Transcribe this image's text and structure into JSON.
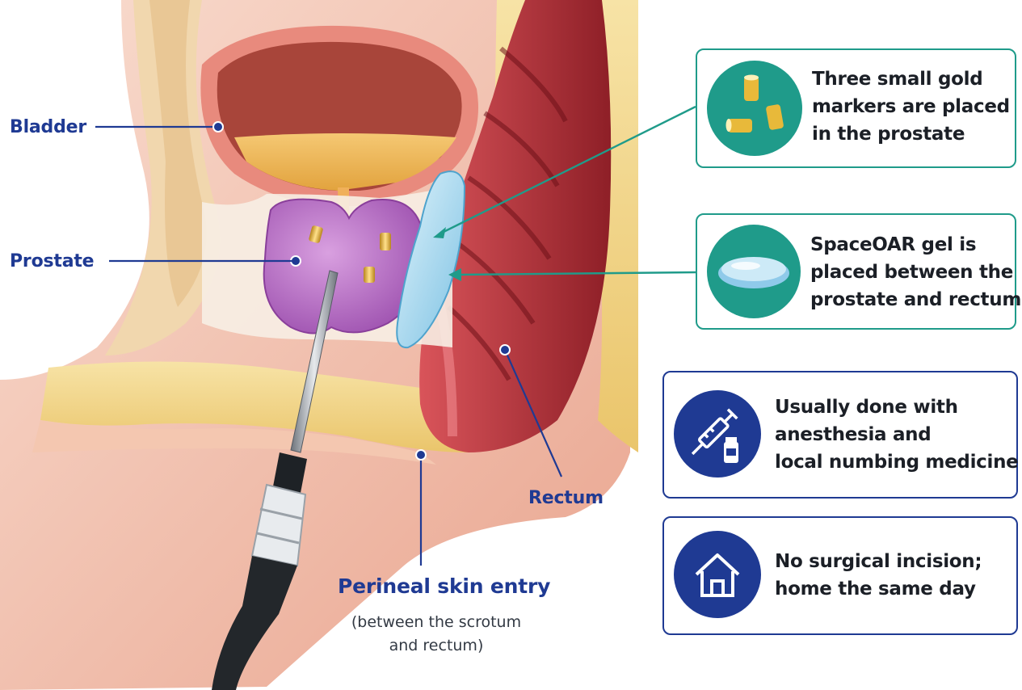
{
  "labels": {
    "bladder": "Bladder",
    "prostate": "Prostate",
    "rectum": "Rectum",
    "perineal_title": "Perineal skin entry",
    "perineal_sub_line1": "(between the scrotum",
    "perineal_sub_line2": "and rectum)"
  },
  "cards": {
    "gold_markers": {
      "lines": [
        "Three small gold",
        "markers are placed",
        "in the prostate"
      ],
      "icon": "gold-markers-icon"
    },
    "spaceoar_gel": {
      "lines": [
        "SpaceOAR gel is",
        "placed between the",
        "prostate and rectum"
      ],
      "icon": "gel-pad-icon"
    },
    "anesthesia": {
      "lines": [
        "Usually done with",
        "anesthesia and",
        "local numbing medicine"
      ],
      "icon": "syringe-vial-icon"
    },
    "home": {
      "lines": [
        "No surgical incision;",
        "home the same day"
      ],
      "icon": "house-icon"
    }
  },
  "colors": {
    "label_text": "#1f3a93",
    "teal": "#1f9b8a",
    "navy": "#1f3a93",
    "prostate": "#b26bc4",
    "gel": "#9fd4ec",
    "gold": "#e8b93a",
    "rectum": "#b8333a",
    "bladder_wall": "#e88a7d"
  }
}
